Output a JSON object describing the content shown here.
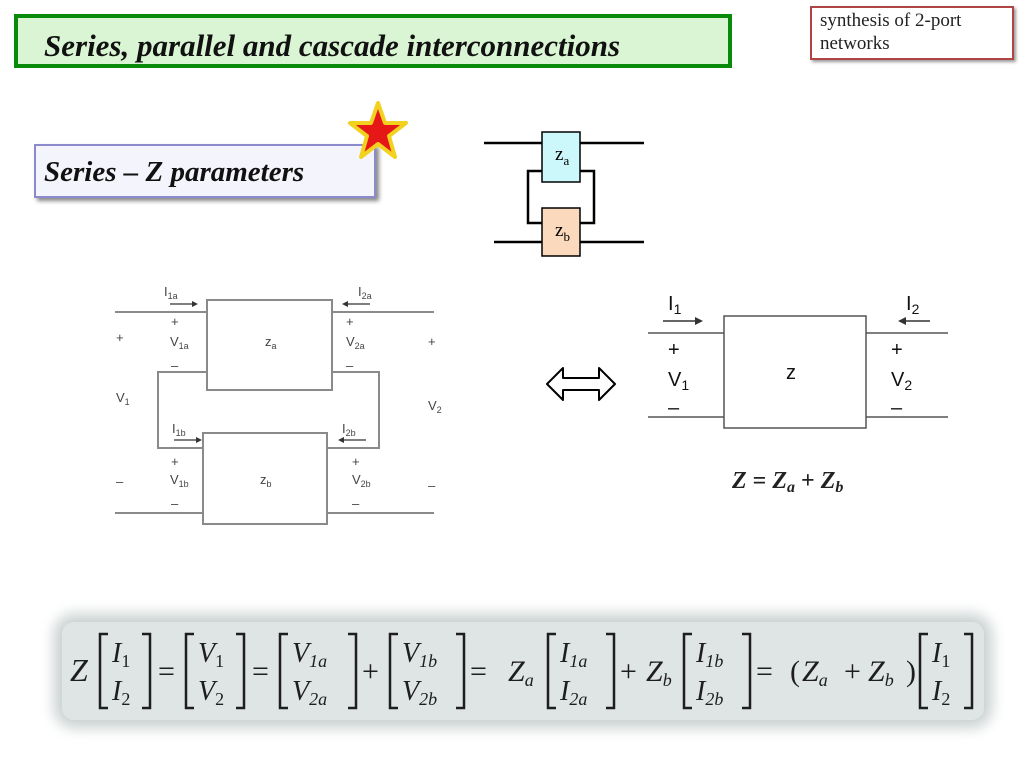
{
  "title": "Series, parallel and cascade interconnections",
  "tag": {
    "line1": "synthesis of 2-port",
    "line2": "networks"
  },
  "section": "Series – Z parameters",
  "small_diagram": {
    "za": "z",
    "za_sub": "a",
    "zb": "z",
    "zb_sub": "b"
  },
  "left_circuit": {
    "I1a": "I",
    "I1a_sub": "1a",
    "I2a": "I",
    "I2a_sub": "2a",
    "I1b": "I",
    "I1b_sub": "1b",
    "I2b": "I",
    "I2b_sub": "2b",
    "V1a": "V",
    "V1a_sub": "1a",
    "V2a": "V",
    "V2a_sub": "2a",
    "V1b": "V",
    "V1b_sub": "1b",
    "V2b": "V",
    "V2b_sub": "2b",
    "V1": "V",
    "V1_sub": "1",
    "V2": "V",
    "V2_sub": "2",
    "za": "z",
    "za_sub": "a",
    "zb": "z",
    "zb_sub": "b",
    "plus": "+",
    "minus": "–"
  },
  "right_circuit": {
    "I1": "I",
    "I1_sub": "1",
    "I2": "I",
    "I2_sub": "2",
    "V1": "V",
    "V1_sub": "1",
    "V2": "V",
    "V2_sub": "2",
    "z": "z",
    "plus": "+",
    "minus": "–"
  },
  "equation": {
    "Z": "Z",
    "eq": " = ",
    "Za": "Z",
    "Za_sub": "a",
    "plus": " + ",
    "Zb": "Z",
    "Zb_sub": "b"
  },
  "matrix_equation": {
    "Z": "Z",
    "I1": "I",
    "I1_sub": "1",
    "I2": "I",
    "I2_sub": "2",
    "V1": "V",
    "V1_sub": "1",
    "V2": "V",
    "V2_sub": "2",
    "V1a": "V",
    "V1a_sub": "1a",
    "V2a": "V",
    "V2a_sub": "2a",
    "V1b": "V",
    "V1b_sub": "1b",
    "V2b": "V",
    "V2b_sub": "2b",
    "Za": "Z",
    "Za_sub": "a",
    "Zb": "Z",
    "Zb_sub": "b",
    "I1a": "I",
    "I1a_sub": "1a",
    "I2a": "I",
    "I2a_sub": "2a",
    "I1b": "I",
    "I1b_sub": "1b",
    "I2b": "I",
    "I2b_sub": "2b",
    "eq": "=",
    "plus": "+",
    "lparen": "(",
    "rparen": ")"
  },
  "colors": {
    "title_border": "#0a8a0a",
    "title_bg": "#d9f5d3",
    "za_fill": "#ccf8fb",
    "zb_fill": "#fbd9bd",
    "star_fill": "#e61717",
    "star_outline": "#f2d21e"
  }
}
